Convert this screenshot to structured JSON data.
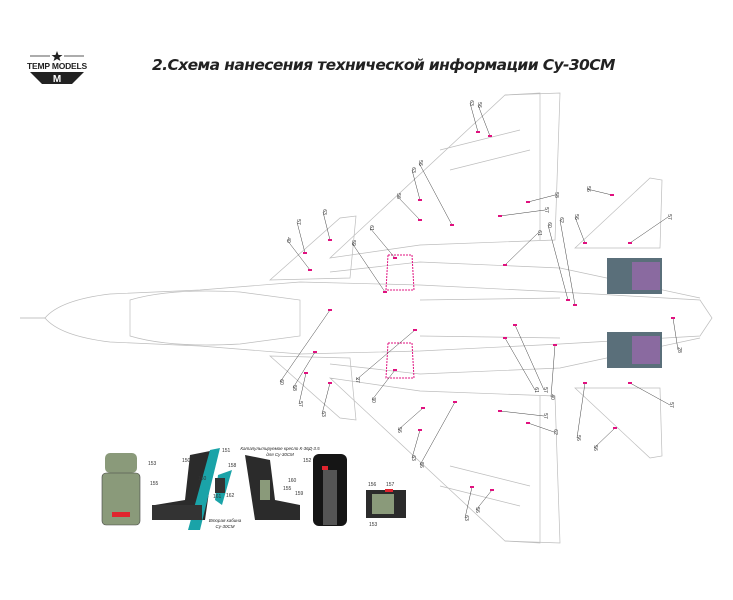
{
  "brand": {
    "name": "TEMP MODELS",
    "initial": "M"
  },
  "header": {
    "title": "2.Схема нанесения технической информации Су-30СМ"
  },
  "callouts": [
    "63",
    "56",
    "63",
    "56",
    "56",
    "63",
    "57",
    "40",
    "59",
    "61",
    "58",
    "57",
    "56",
    "56",
    "57",
    "61",
    "60",
    "62",
    "28",
    "60",
    "58",
    "57",
    "63",
    "27",
    "30",
    "56",
    "63",
    "56",
    "63",
    "56",
    "57",
    "62",
    "61",
    "57",
    "40",
    "56",
    "56",
    "57"
  ],
  "seats": {
    "caption_seat": "Катапультируемое кресло К-36Д-3.5",
    "caption_seat_sub": "для Су-30СМ",
    "caption_cockpit": "Вторая кабина",
    "caption_cockpit_sub": "Су-30СМ",
    "labels": [
      "153",
      "150",
      "151",
      "158",
      "160",
      "161",
      "155",
      "162",
      "160",
      "155",
      "159",
      "152",
      "156",
      "157",
      "153"
    ]
  },
  "colors": {
    "marking": "#e0117f",
    "red": "#e0242e",
    "outline": "#b9b9b9",
    "seat_green": "#8a9a7a",
    "cockpit_teal": "#1aa3a8"
  }
}
